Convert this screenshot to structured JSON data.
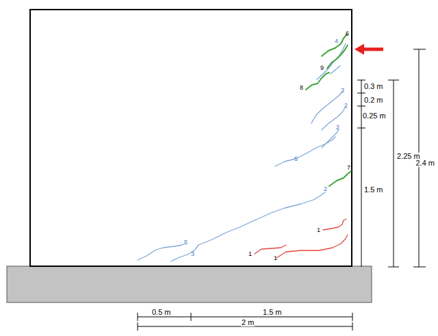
{
  "diagram": {
    "labels": [
      "6",
      "9",
      "4",
      "8",
      "0.3 m",
      "3",
      "0.2 m",
      "2",
      "2.4 m",
      "0.25 m",
      "2.25 m",
      "2",
      "5",
      "7",
      "1.5 m",
      "2",
      "1",
      "5",
      "3",
      "1",
      "1",
      "0.5 m",
      "1.5 m",
      "2 m"
    ]
  }
}
